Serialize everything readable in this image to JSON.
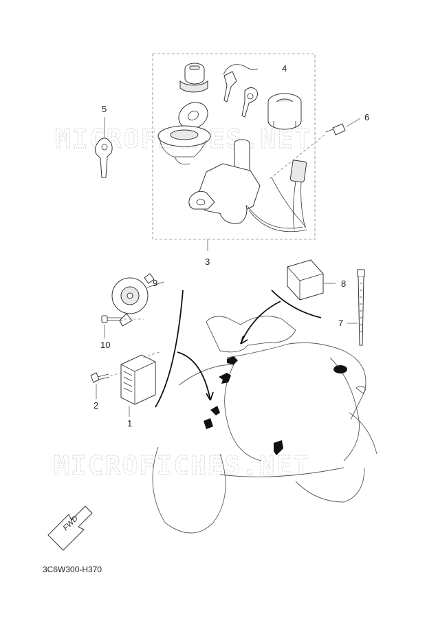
{
  "watermarks": [
    "MICROFICHES.NET",
    "MICROFICHES.NET"
  ],
  "callouts": [
    {
      "id": "callout-1",
      "number": "1"
    },
    {
      "id": "callout-2",
      "number": "2"
    },
    {
      "id": "callout-3",
      "number": "3"
    },
    {
      "id": "callout-4",
      "number": "4"
    },
    {
      "id": "callout-5",
      "number": "5"
    },
    {
      "id": "callout-6",
      "number": "6"
    },
    {
      "id": "callout-7",
      "number": "7"
    },
    {
      "id": "callout-8",
      "number": "8"
    },
    {
      "id": "callout-9",
      "number": "9"
    },
    {
      "id": "callout-10",
      "number": "10"
    }
  ],
  "direction_badge": "FWD",
  "diagram_code": "3C6W300-H370"
}
